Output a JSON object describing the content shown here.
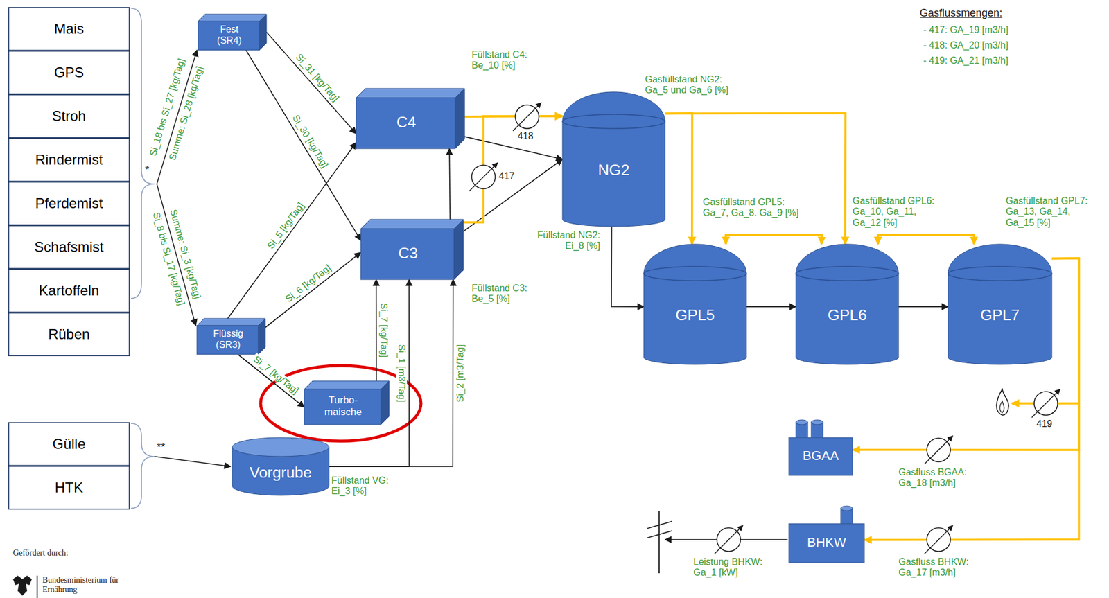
{
  "diagram": {
    "nodes": [
      {
        "text": [
          "Mais"
        ]
      },
      {
        "text": [
          "GPS"
        ]
      },
      {
        "text": [
          "Stroh"
        ]
      },
      {
        "text": [
          "Rindermist"
        ]
      },
      {
        "text": [
          "Pferdemist"
        ]
      },
      {
        "text": [
          "Schafsmist"
        ]
      },
      {
        "text": [
          "Kartoffeln"
        ]
      },
      {
        "text": [
          "Rüben"
        ]
      },
      {
        "text": [
          "Fest (SR4)"
        ]
      },
      {
        "text": [
          "C4"
        ]
      },
      {
        "text": [
          "NG2"
        ]
      },
      {
        "text": [
          "C3"
        ]
      },
      {
        "text": [
          "GPL5"
        ]
      },
      {
        "text": [
          "GPL6"
        ]
      },
      {
        "text": [
          "GPL7"
        ]
      },
      {
        "text": [
          "Flüssig (SR3)"
        ]
      },
      {
        "text": [
          "Turbo- maische"
        ]
      },
      {
        "text": [
          "Gülle"
        ]
      },
      {
        "text": [
          "Vorgrube"
        ]
      },
      {
        "text": [
          "BGAA"
        ]
      },
      {
        "text": [
          "HTK"
        ]
      },
      {
        "text": [
          "BHKW"
        ]
      }
    ],
    "edges": [
      {
        "from": 8,
        "to": 9,
        "label": "Si_31 [kg/Tag]",
        "arrow": "to"
      },
      {
        "from": 8,
        "to": 11,
        "label": "Si_30 [kg/Tag]",
        "arrow": "to"
      },
      {
        "from": 15,
        "to": 9,
        "label": "Si_5 [kg/Tag]",
        "arrow": "to"
      },
      {
        "from": 15,
        "to": 11,
        "label": "Si_6 [kg/Tag]",
        "arrow": "to"
      },
      {
        "from": 15,
        "to": 16,
        "label": "Si_7 [kg/Tag]",
        "arrow": "to"
      },
      {
        "from": 16,
        "to": 11,
        "label": "Si_7 [kg/Tag]",
        "arrow": "to"
      },
      {
        "from": 18,
        "to": 11,
        "label": "Si_1 [m3/Tag]",
        "arrow": "to"
      },
      {
        "from": 18,
        "to": 11,
        "label": "Si_2 [m3/Tag]",
        "arrow": "to"
      },
      {
        "from": 11,
        "to": 9,
        "arrow": "to"
      },
      {
        "from": 9,
        "to": 10,
        "arrow": "to"
      },
      {
        "from": 11,
        "to": 10,
        "arrow": "to"
      },
      {
        "from": 9,
        "to": 10,
        "arrow": "to"
      },
      {
        "from": 11,
        "to": 10,
        "arrow": "to"
      },
      {
        "from": 10,
        "to": 12,
        "arrow": "to"
      },
      {
        "from": 12,
        "to": 13,
        "arrow": "to"
      },
      {
        "from": 13,
        "to": 14,
        "arrow": "to"
      },
      {
        "from": 10,
        "to": 12,
        "arrow": "to"
      },
      {
        "from": 10,
        "to": 13,
        "arrow": "to"
      },
      {
        "from": 12,
        "to": 13,
        "arrow": "both"
      },
      {
        "from": 13,
        "to": 14,
        "arrow": "both"
      },
      {
        "from": 14,
        "to": 19,
        "arrow": "to"
      },
      {
        "from": 14,
        "to": 21,
        "arrow": "to"
      }
    ],
    "labels": [
      "*",
      "Si_18 bis Si_27 [kg/Tag]",
      "Summe: Si_28 [kg/Tag]",
      "Si_8 bis Si_17 [kg/Tag]",
      "Summe: Si_3 [kg/Tag]",
      "Füllstand C4: Be_10 [%]",
      "418",
      "417",
      "Gasfüllstand NG2: Ga_5 und Ga_6 [%]",
      "Füllstand NG2: Ei_8 [%]",
      "Füllstand C3: Be_5 [%]",
      "Gasfüllstand GPL5: Ga_7, Ga_8. Ga_9 [%]",
      "Gasfüllstand GPL6: Ga_10, Ga_11, Ga_12 [%]",
      "Gasfüllstand GPL7: Ga_13, Ga_14, Ga_15 [%]",
      "Gasflussmengen:",
      "- 417: GA_19 [m3/h]",
      "- 418: GA_20 [m3/h]",
      "- 419: GA_21 [m3/h]",
      "**",
      "Füllstand VG: Ei_3 [%]",
      "419",
      "Gasfluss BGAA: Ga_18 [m3/h]",
      "Gasfluss BHKW: Ga_17 [m3/h]",
      "Leistung BHKW: Ga_1 [kW]",
      "Gefördert durch:",
      "Bundesministerium für Ernährung"
    ]
  }
}
